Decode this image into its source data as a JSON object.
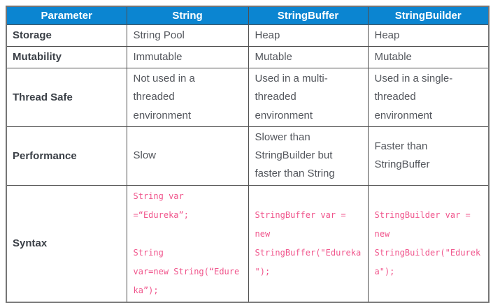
{
  "table": {
    "header": {
      "columns": [
        "Parameter",
        "String",
        "StringBuffer",
        "StringBuilder"
      ]
    },
    "rows": [
      {
        "param": "Storage",
        "string": "String Pool",
        "stringbuffer": "Heap",
        "stringbuilder": "Heap"
      },
      {
        "param": "Mutability",
        "string": "Immutable",
        "stringbuffer": "Mutable",
        "stringbuilder": "Mutable"
      },
      {
        "param": "Thread Safe",
        "string": "Not used in a\nthreaded\nenvironment",
        "stringbuffer": "Used in a multi-\nthreaded\nenvironment",
        "stringbuilder": "Used in a single-\nthreaded\nenvironment"
      },
      {
        "param": "Performance",
        "string": "Slow",
        "stringbuffer": "Slower than\nStringBuilder but\nfaster than String",
        "stringbuilder": "Faster than\nStringBuffer"
      },
      {
        "param": "Syntax",
        "string": "String var\n=“Edureka”;\n\nString\nvar=new String(“Edure\nka”);",
        "stringbuffer": "StringBuffer var =\nnew\nStringBuffer(\"Edureka\n\");",
        "stringbuilder": "StringBuilder var =\nnew\nStringBuilder(\"Edurek\na\");"
      }
    ]
  },
  "colors": {
    "header_bg": "#0b85d1",
    "header_text": "#ffffff",
    "row_label_text": "#3a3f46",
    "body_text": "#54575d",
    "code_text": "#f0558c",
    "border_outer": "#757575",
    "border_inner": "#4f4f4f"
  }
}
